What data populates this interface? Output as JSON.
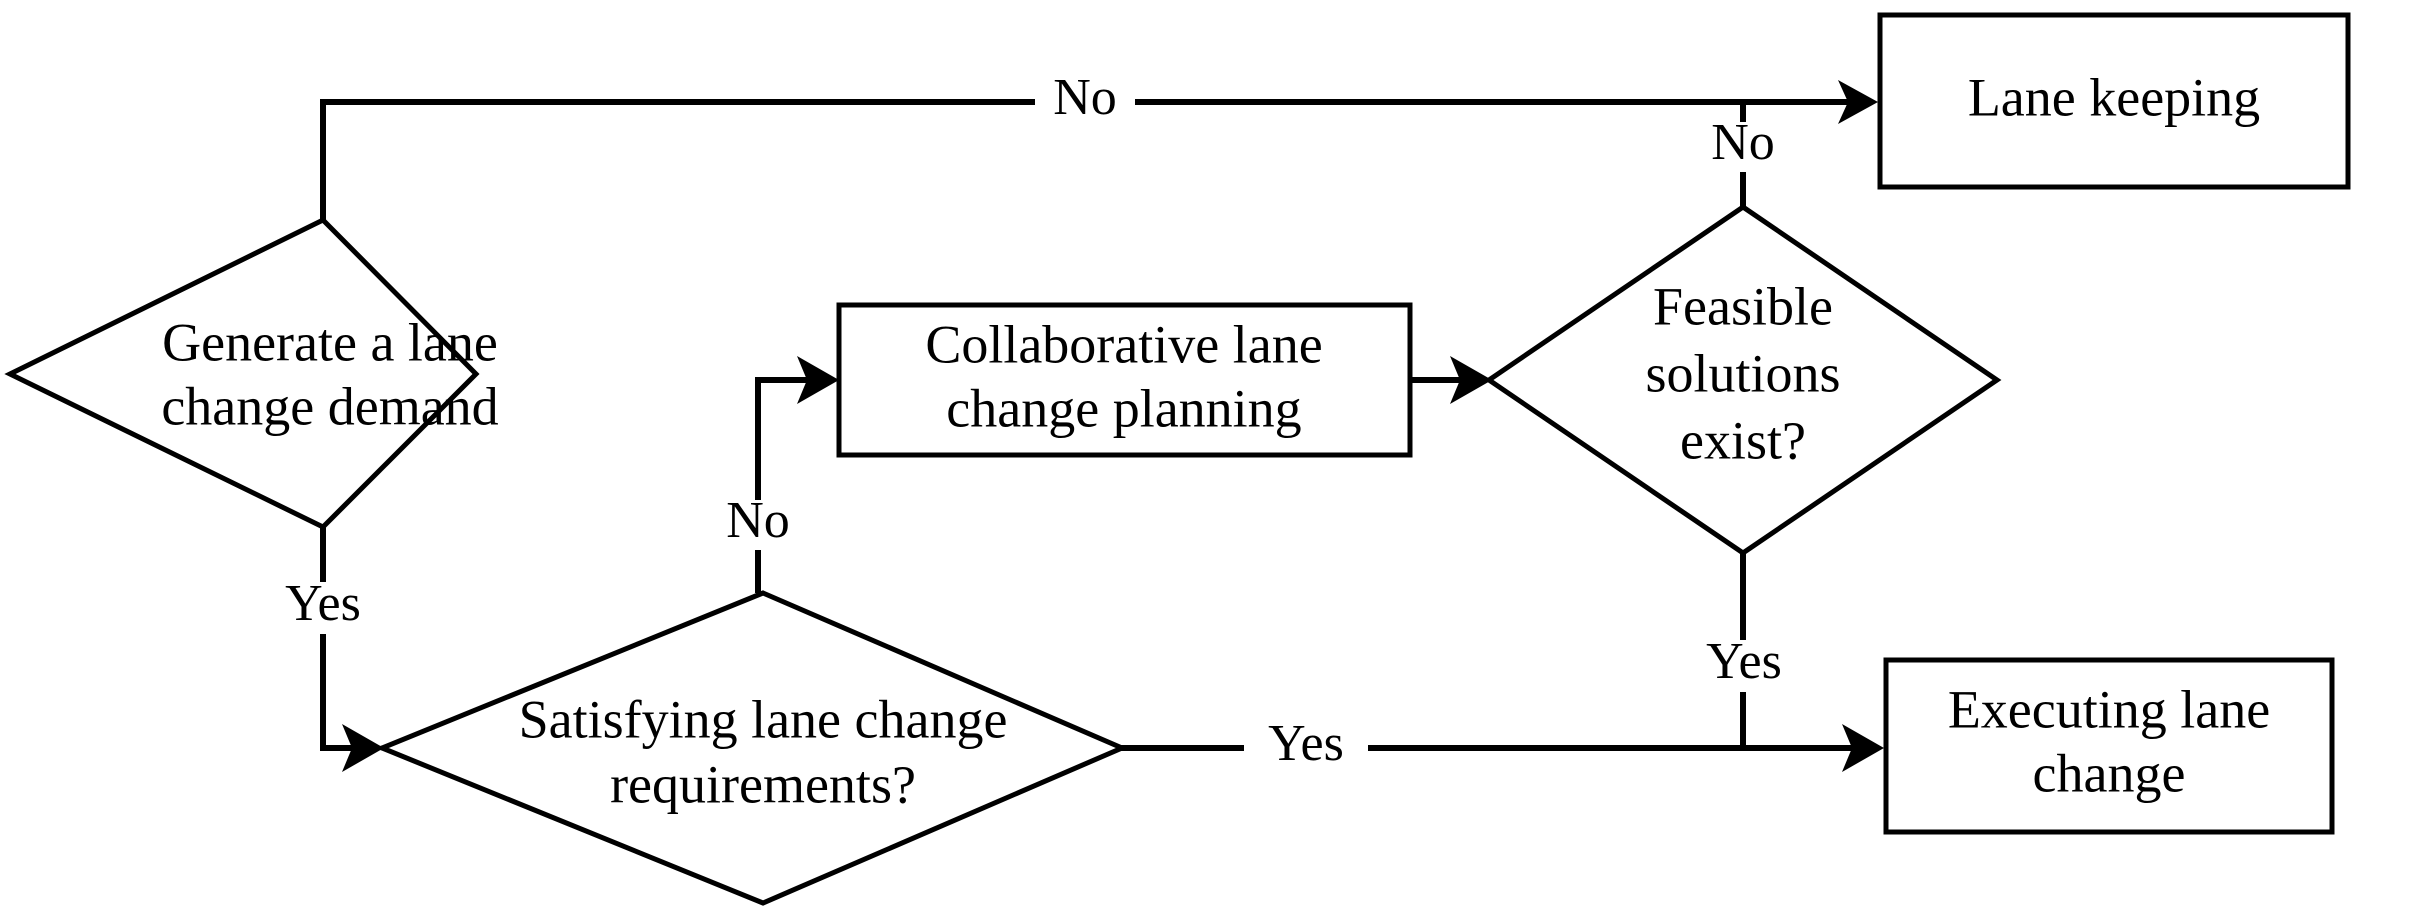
{
  "diagram": {
    "title": "Lane change decision flowchart",
    "type": "flowchart",
    "background_color": "#ffffff",
    "line_color": "#000000",
    "text_color": "#000000"
  },
  "nodes": [
    {
      "id": "generate-lane-change-demand",
      "shape": "diamond",
      "line1": "Generate a lane",
      "line2": "change demand"
    },
    {
      "id": "collaborative-lane-change-planning",
      "shape": "rectangle",
      "line1": "Collaborative lane",
      "line2": "change planning"
    },
    {
      "id": "feasible-solutions-exist",
      "shape": "diamond",
      "line1": "Feasible",
      "line2": "solutions",
      "line3": "exist?"
    },
    {
      "id": "satisfying-lane-change-requirements",
      "shape": "diamond",
      "line1": "Satisfying lane change",
      "line2": "requirements?"
    },
    {
      "id": "lane-keeping",
      "shape": "rectangle",
      "line1": "Lane keeping"
    },
    {
      "id": "executing-lane-change",
      "shape": "rectangle",
      "line1": "Executing lane",
      "line2": "change"
    }
  ],
  "edge_labels": {
    "demand_no": "No",
    "demand_yes": "Yes",
    "requirements_no": "No",
    "requirements_yes": "Yes",
    "feasible_no": "No",
    "feasible_yes": "Yes"
  }
}
